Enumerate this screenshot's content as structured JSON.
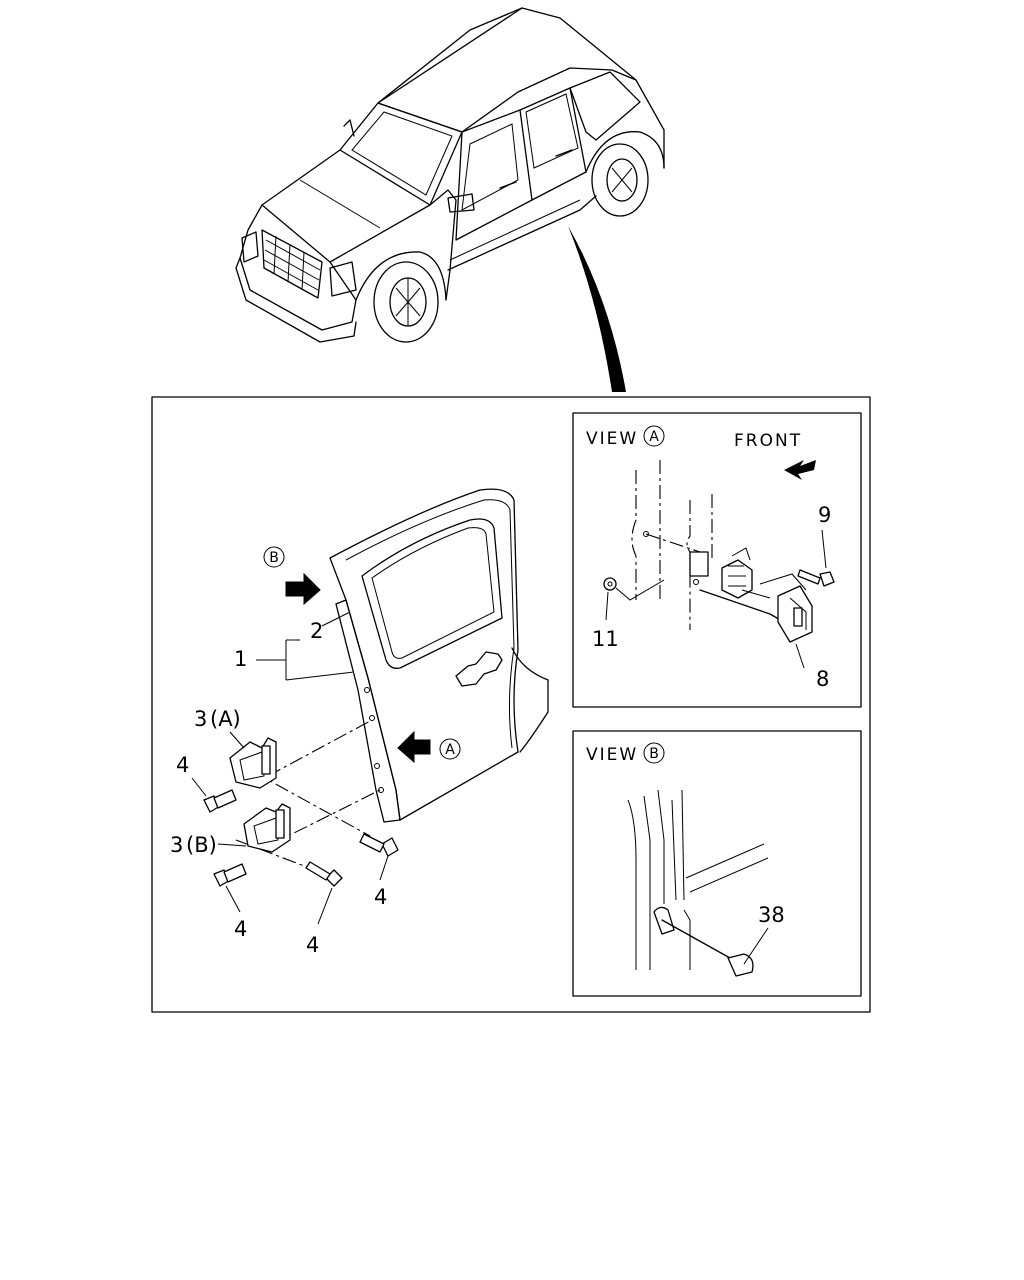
{
  "labels": {
    "part_1": "1",
    "part_2": "2",
    "part_3a": "3",
    "part_3a_suffix": "(A)",
    "part_3b": "3",
    "part_3b_suffix": "(B)",
    "part_4_a": "4",
    "part_4_b": "4",
    "part_4_c": "4",
    "part_4_d": "4",
    "part_8": "8",
    "part_9": "9",
    "part_11": "11",
    "part_38": "38"
  },
  "callouts": {
    "view_a_marker": "A",
    "view_b_marker": "B"
  },
  "view_a": {
    "title": "VIEW",
    "letter": "A",
    "front_label": "FRONT"
  },
  "view_b": {
    "title": "VIEW",
    "letter": "B"
  }
}
